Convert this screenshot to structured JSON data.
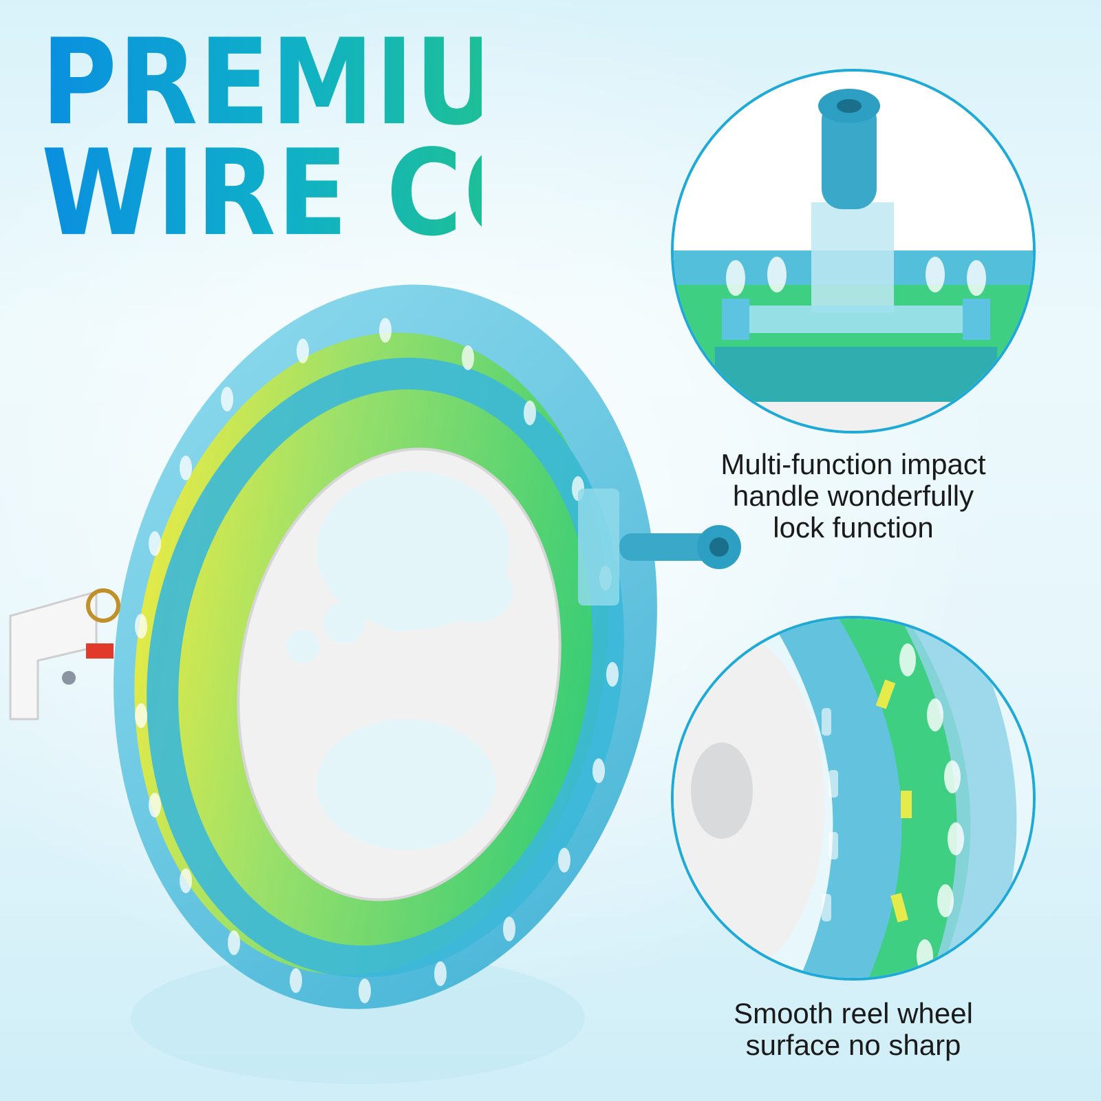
{
  "headline": {
    "line1": "PREMIUM",
    "line2": "WIRE COIL"
  },
  "features": [
    {
      "caption_lines": [
        "Multi-function impact",
        "handle wonderfully",
        "lock function"
      ]
    },
    {
      "caption_lines": [
        "Smooth reel wheel",
        "surface no sharp"
      ]
    }
  ],
  "colors": {
    "reel_blue": "#3cb8d8",
    "line_green": "#3ed07a",
    "line_yellow": "#e6ea4a",
    "hub_white": "#f1f1f1",
    "ring_border": "#1fa9d6"
  }
}
